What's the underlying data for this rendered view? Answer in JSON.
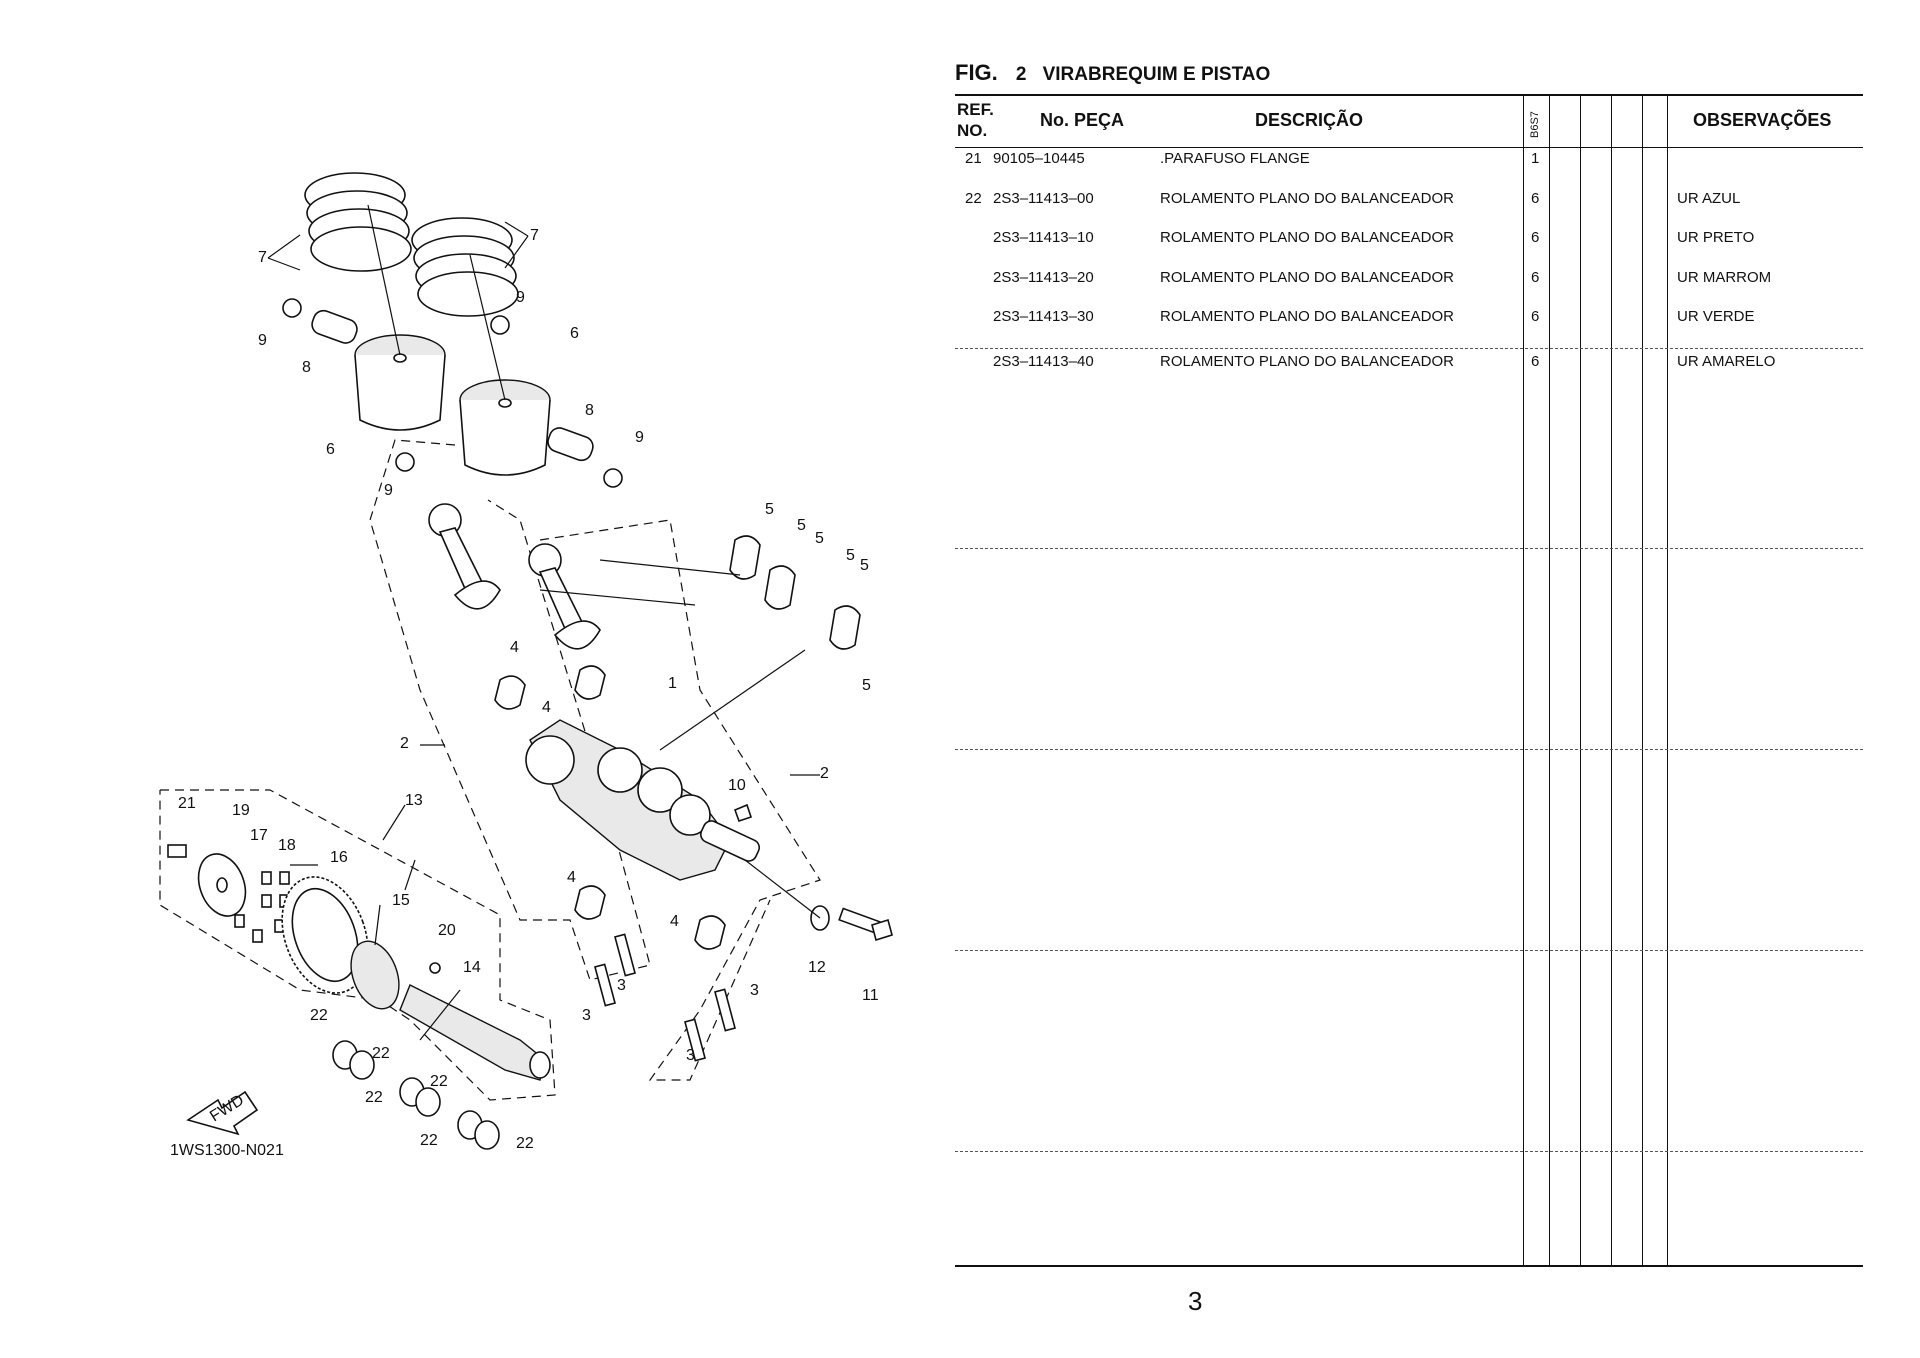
{
  "figure": {
    "label": "FIG.",
    "number": "2",
    "title": "VIRABREQUIM E PISTAO"
  },
  "table": {
    "headers": {
      "ref_line1": "REF.",
      "ref_line2": "NO.",
      "part_no": "No. PEÇA",
      "description": "DESCRIÇÃO",
      "model": "B6S7",
      "observations": "OBSERVAÇÕES"
    },
    "rows": [
      {
        "ref": "21",
        "part_no": "90105–10445",
        "description": ".PARAFUSO FLANGE",
        "qty": "1",
        "obs": ""
      },
      {
        "ref": "22",
        "part_no": "2S3–11413–00",
        "description": "ROLAMENTO PLANO DO BALANCEADOR",
        "qty": "6",
        "obs": "UR AZUL"
      },
      {
        "ref": "",
        "part_no": "2S3–11413–10",
        "description": "ROLAMENTO PLANO DO BALANCEADOR",
        "qty": "6",
        "obs": "UR PRETO"
      },
      {
        "ref": "",
        "part_no": "2S3–11413–20",
        "description": "ROLAMENTO PLANO DO BALANCEADOR",
        "qty": "6",
        "obs": "UR MARROM"
      },
      {
        "ref": "",
        "part_no": "2S3–11413–30",
        "description": "ROLAMENTO PLANO DO BALANCEADOR",
        "qty": "6",
        "obs": "UR VERDE"
      },
      {
        "ref": "",
        "part_no": "2S3–11413–40",
        "description": "ROLAMENTO PLANO DO BALANCEADOR",
        "qty": "6",
        "obs": "UR AMARELO"
      }
    ]
  },
  "diagram": {
    "code": "1WS1300-N021",
    "fwd_label": "FWD",
    "callouts": [
      "1",
      "2",
      "2",
      "3",
      "3",
      "3",
      "3",
      "4",
      "4",
      "4",
      "4",
      "5",
      "5",
      "5",
      "5",
      "5",
      "5",
      "6",
      "6",
      "7",
      "7",
      "8",
      "8",
      "9",
      "9",
      "9",
      "9",
      "10",
      "11",
      "12",
      "13",
      "14",
      "15",
      "16",
      "17",
      "18",
      "19",
      "20",
      "21",
      "22",
      "22",
      "22",
      "22",
      "22",
      "22"
    ]
  },
  "page_number": "3"
}
